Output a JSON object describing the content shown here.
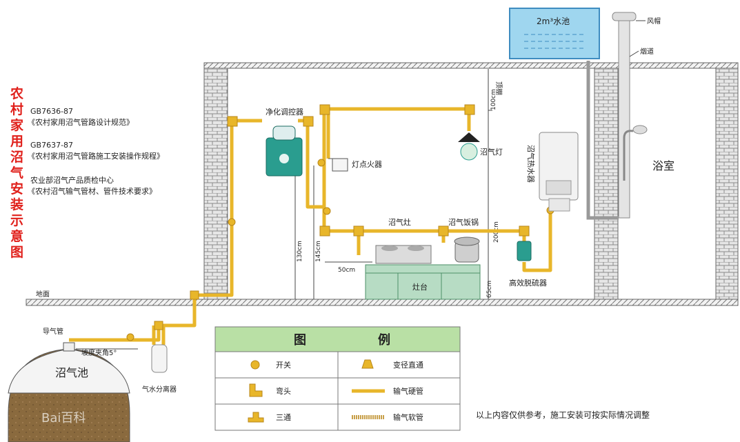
{
  "title_vertical": [
    "农",
    "村",
    "家",
    "用",
    "沼",
    "气",
    "安",
    "装",
    "示",
    "意",
    "图"
  ],
  "standards": [
    "GB7636-87",
    "《农村家用沼气管路设计规范》",
    "GB7637-87",
    "《农村家用沼气管路施工安装操作规程》",
    "农业部沼气产品质检中心",
    "《农村沼气输气管材、管件技术要求》"
  ],
  "labels": {
    "water_tank": "2m³水池",
    "wind_cap": "风帽",
    "flue": "烟道",
    "ceiling": "顶棚",
    "purifier": "净化调控器",
    "igniter": "灯点火器",
    "biogas_lamp": "沼气灯",
    "water_heater": "沼气热水器",
    "bathroom": "浴室",
    "stove": "沼气灶",
    "rice_cooker": "沼气饭锅",
    "counter": "灶台",
    "efficient_filter": "高效脱硫器",
    "ground": "地面",
    "biogas_pit": "沼气池",
    "outlet_pipe": "导气管",
    "slope": "坡度夹角5°",
    "separator": "气水分离器",
    "dim_100": "100cm",
    "dim_130": "130cm",
    "dim_145": "145cm",
    "dim_50": "50cm",
    "dim_200": "200cm",
    "dim_65": "65cm",
    "watermark": "Bai百科"
  },
  "legend": {
    "title_left": "图",
    "title_right": "例",
    "items": [
      {
        "symbol": "switch-icon",
        "label": "开关"
      },
      {
        "symbol": "reducer-icon",
        "label": "变径直通"
      },
      {
        "symbol": "elbow-icon",
        "label": "弯头"
      },
      {
        "symbol": "hard-pipe-icon",
        "label": "输气硬管"
      },
      {
        "symbol": "tee-icon",
        "label": "三通"
      },
      {
        "symbol": "soft-pipe-icon",
        "label": "输气软管"
      }
    ]
  },
  "note": "以上内容仅供参考，施工安装可按实际情况调整",
  "colors": {
    "pipe": "#e8b62a",
    "equipment": "#2a9d8f",
    "wall": "#9c9c9c",
    "title": "#e0201b",
    "legend_header": "#b9e0a5"
  }
}
